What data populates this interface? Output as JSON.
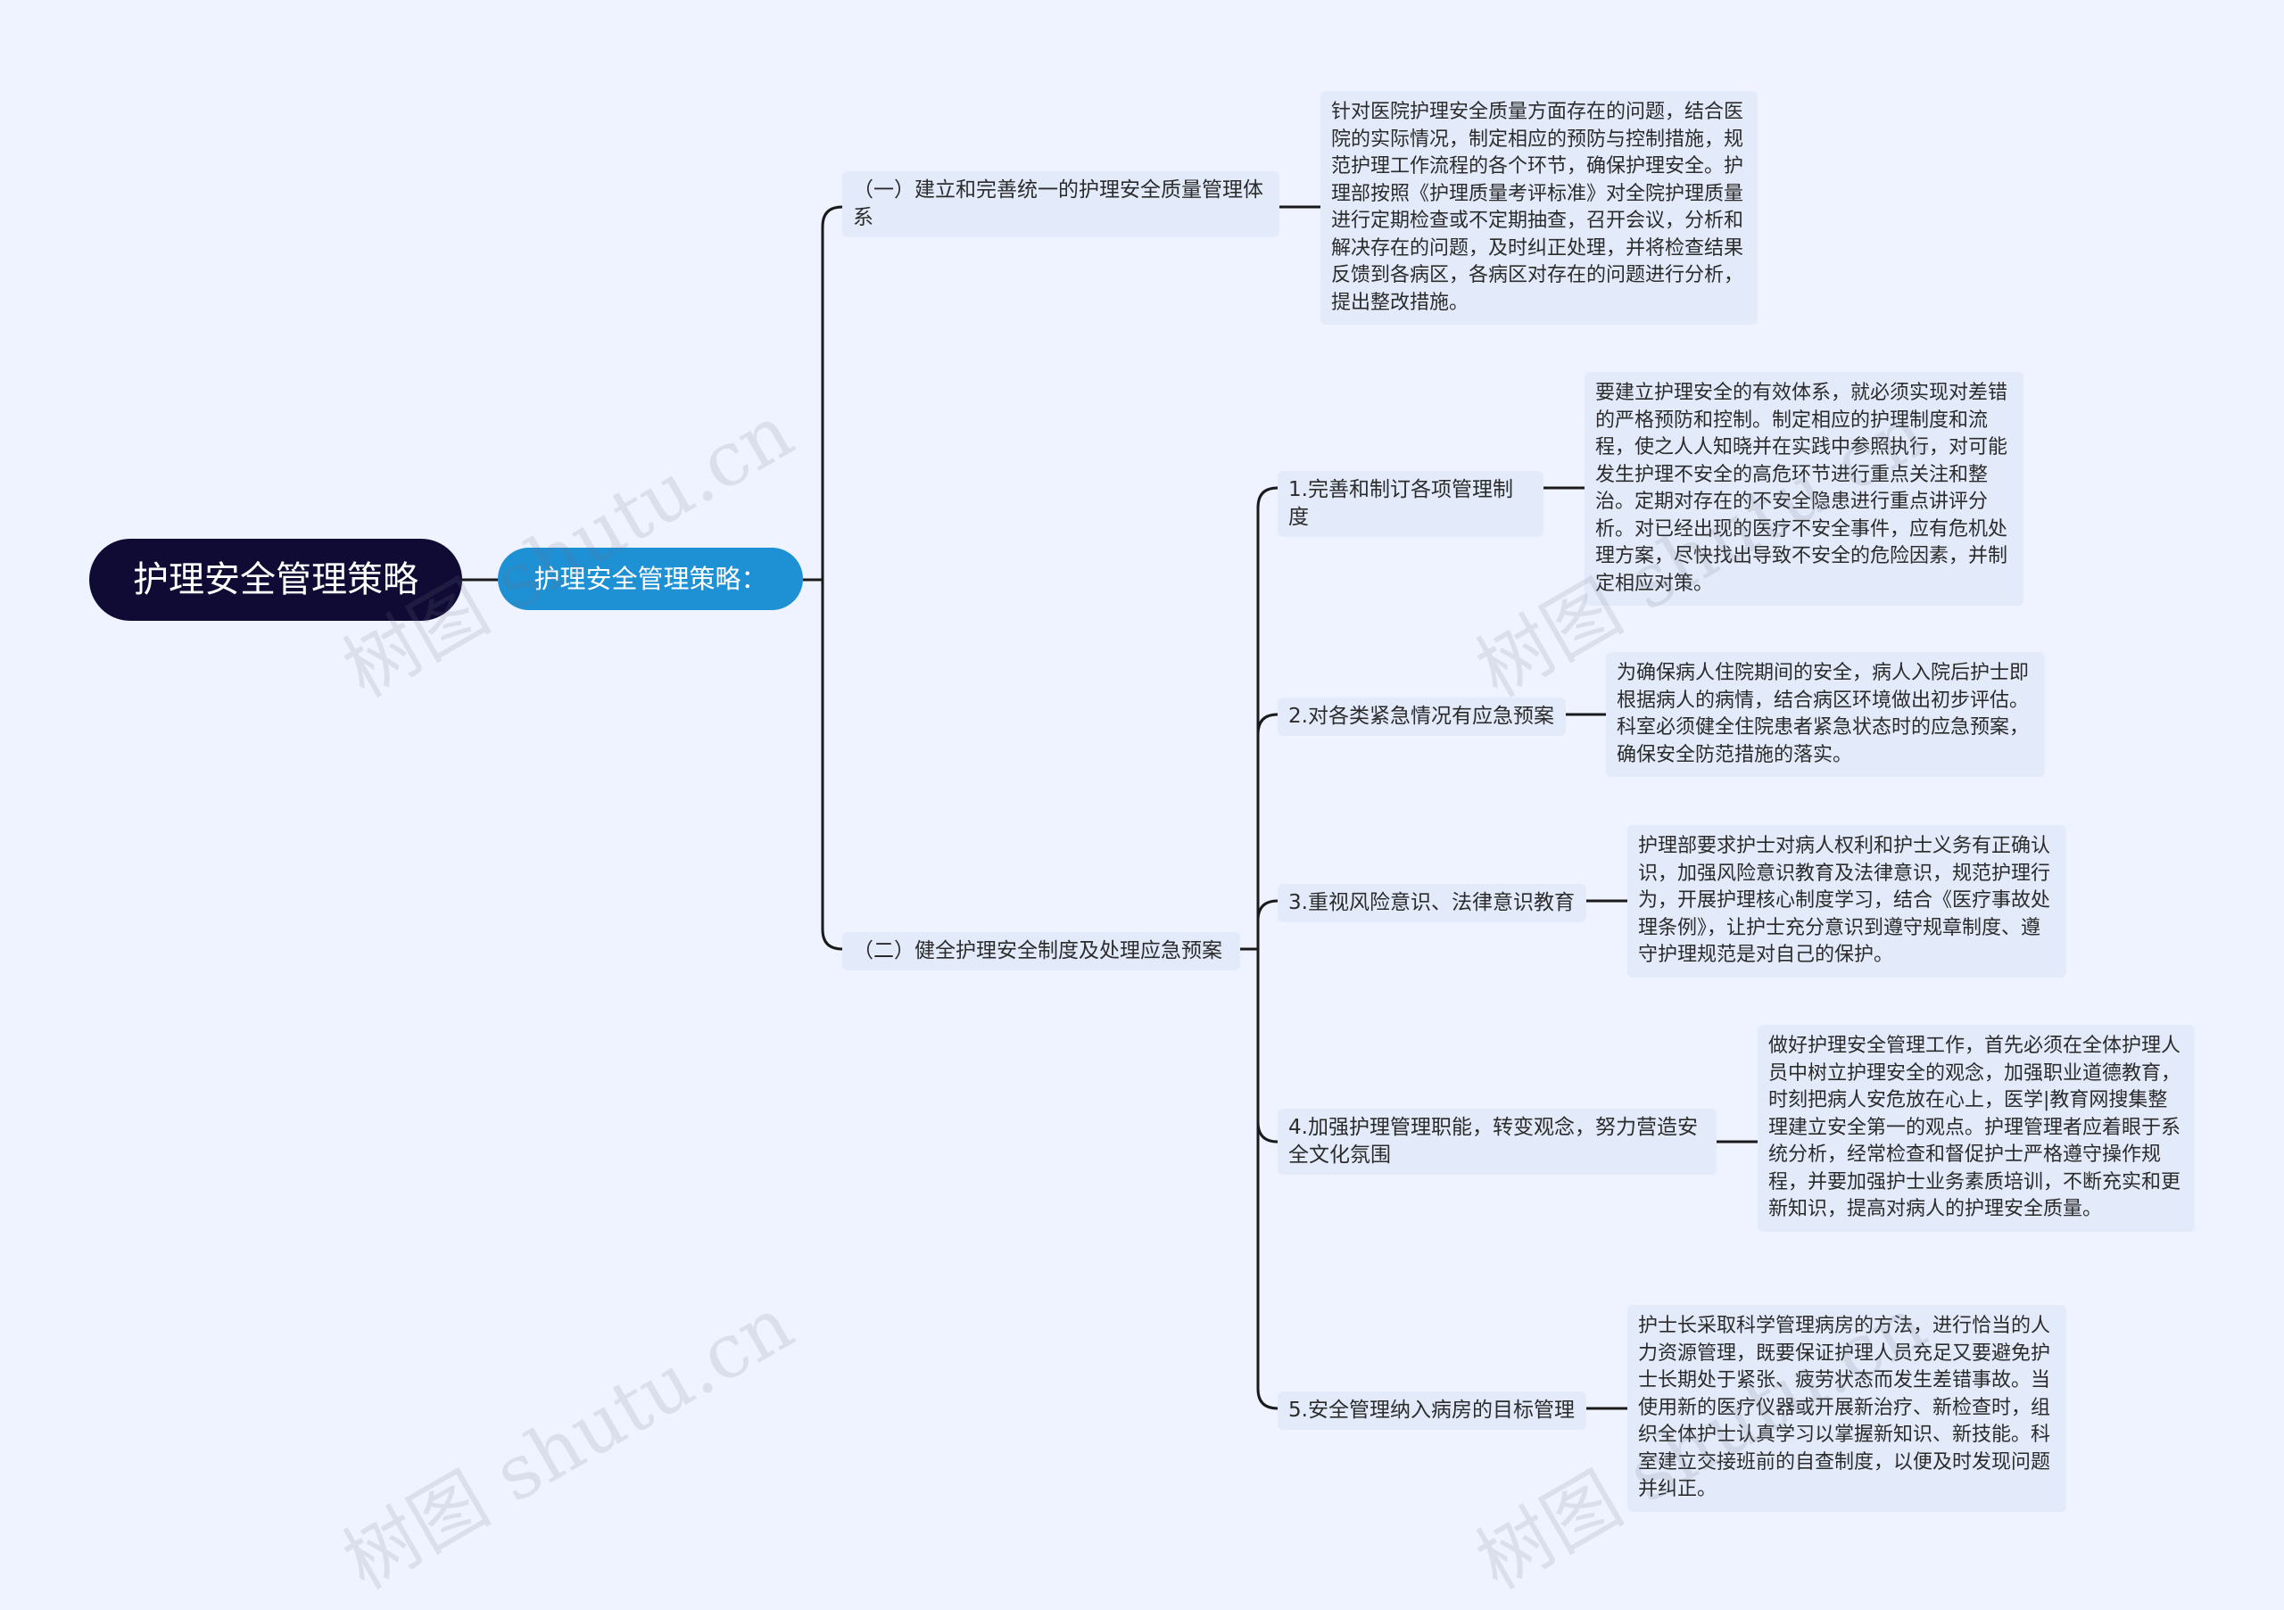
{
  "root": {
    "label": "护理安全管理策略"
  },
  "sub": {
    "label": "护理安全管理策略："
  },
  "sections": [
    {
      "label": "（一）建立和完善统一的护理安全质量管理体系",
      "detail": "针对医院护理安全质量方面存在的问题，结合医院的实际情况，制定相应的预防与控制措施，规范护理工作流程的各个环节，确保护理安全。护理部按照《护理质量考评标准》对全院护理质量进行定期检查或不定期抽查，召开会议，分析和解决存在的问题，及时纠正处理，并将检查结果反馈到各病区，各病区对存在的问题进行分析，提出整改措施。"
    },
    {
      "label": "（二）健全护理安全制度及处理应急预案",
      "items": [
        {
          "label": "1.完善和制订各项管理制度",
          "detail": "要建立护理安全的有效体系，就必须实现对差错的严格预防和控制。制定相应的护理制度和流程，使之人人知晓并在实践中参照执行，对可能发生护理不安全的高危环节进行重点关注和整治。定期对存在的不安全隐患进行重点讲评分析。对已经出现的医疗不安全事件，应有危机处理方案，尽快找出导致不安全的危险因素，并制定相应对策。"
        },
        {
          "label": "2.对各类紧急情况有应急预案",
          "detail": "为确保病人住院期间的安全，病人入院后护士即根据病人的病情，结合病区环境做出初步评估。科室必须健全住院患者紧急状态时的应急预案，确保安全防范措施的落实。"
        },
        {
          "label": "3.重视风险意识、法律意识教育",
          "detail": "护理部要求护士对病人权利和护士义务有正确认识，加强风险意识教育及法律意识，规范护理行为，开展护理核心制度学习，结合《医疗事故处理条例》，让护士充分意识到遵守规章制度、遵守护理规范是对自己的保护。"
        },
        {
          "label": "4.加强护理管理职能，转变观念，努力营造安全文化氛围",
          "detail": "做好护理安全管理工作，首先必须在全体护理人员中树立护理安全的观念，加强职业道德教育，时刻把病人安危放在心上，医学|教育网搜集整理建立安全第一的观点。护理管理者应着眼于系统分析，经常检查和督促护士严格遵守操作规程，并要加强护士业务素质培训，不断充实和更新知识，提高对病人的护理安全质量。"
        },
        {
          "label": "5.安全管理纳入病房的目标管理",
          "detail": "护士长采取科学管理病房的方法，进行恰当的人力资源管理，既要保证护理人员充足又要避免护士长期处于紧张、疲劳状态而发生差错事故。当使用新的医疗仪器或开展新治疗、新检查时，组织全体护士认真学习以掌握新知识、新技能。科室建立交接班前的自查制度，以便及时发现问题并纠正。"
        }
      ]
    }
  ],
  "watermark": "树图 shutu.cn"
}
